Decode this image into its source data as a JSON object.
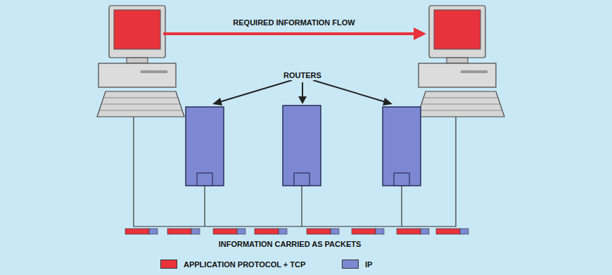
{
  "diagram": {
    "labels": [
      "REQUIRED INFORMATION FLOW",
      "ROUTERS",
      "INFORMATION CARRIED AS PACKETS"
    ],
    "legend": [
      {
        "text": "APPLICATION PROTOCOL + TCP",
        "color": "#e8333c"
      },
      {
        "text": "IP",
        "color": "#7d88d2"
      }
    ]
  }
}
